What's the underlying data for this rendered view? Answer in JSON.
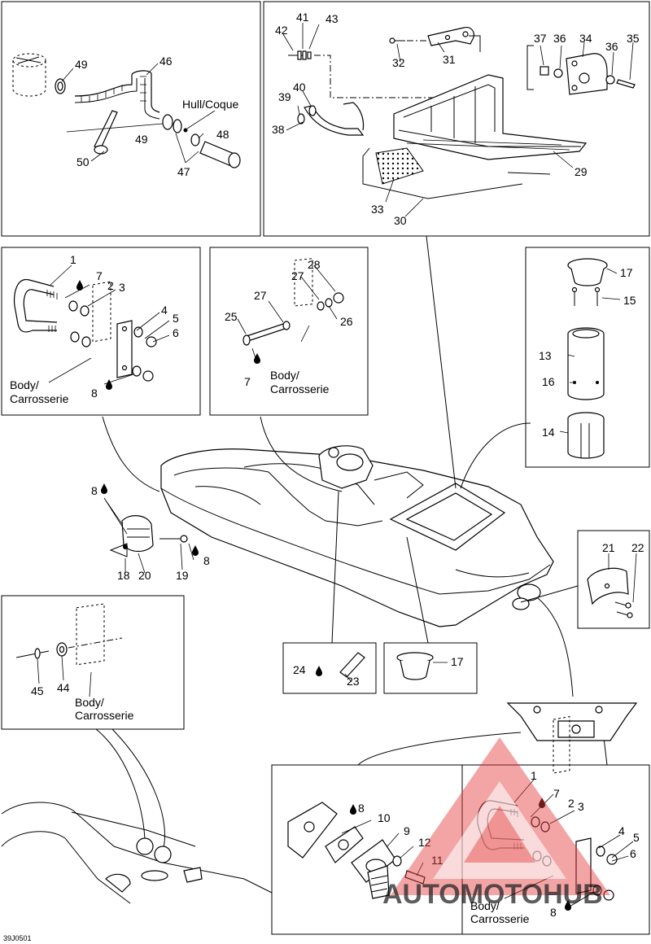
{
  "diagram_code": "39J0501",
  "labels": {
    "hull_coque": "Hull/Coque",
    "body_line1": "Body/",
    "body_line2": "Carrosserie"
  },
  "panel_tl": {
    "callouts": [
      "49",
      "46",
      "48",
      "49",
      "50",
      "47"
    ]
  },
  "panel_tr": {
    "callouts": [
      "41",
      "43",
      "42",
      "32",
      "31",
      "37",
      "36",
      "34",
      "36",
      "35",
      "40",
      "39",
      "38",
      "29",
      "33",
      "30"
    ]
  },
  "panel_ml": {
    "callouts": [
      "1",
      "7",
      "2",
      "3",
      "4",
      "5",
      "6",
      "8"
    ]
  },
  "panel_mc": {
    "callouts": [
      "28",
      "27",
      "27",
      "26",
      "25",
      "7"
    ]
  },
  "panel_mr": {
    "callouts": [
      "17",
      "15",
      "13",
      "16",
      "14"
    ]
  },
  "boat_area": {
    "callouts": [
      "8",
      "18",
      "20",
      "19",
      "8"
    ]
  },
  "panel_clamp": {
    "callouts": [
      "21",
      "22"
    ]
  },
  "panel_bl": {
    "callouts": [
      "45",
      "44"
    ]
  },
  "panel_hose": {
    "callouts": [
      "24",
      "23"
    ]
  },
  "panel_cup": {
    "callouts": [
      "17"
    ]
  },
  "panel_br": {
    "callouts": [
      "8",
      "10",
      "9",
      "12",
      "11",
      "1",
      "7",
      "2",
      "3",
      "4",
      "5",
      "6",
      "8"
    ]
  },
  "watermark": {
    "text": "AUTOMOTOHUB",
    "color_main": "#e03c3c",
    "color_accent": "#f0a020"
  }
}
